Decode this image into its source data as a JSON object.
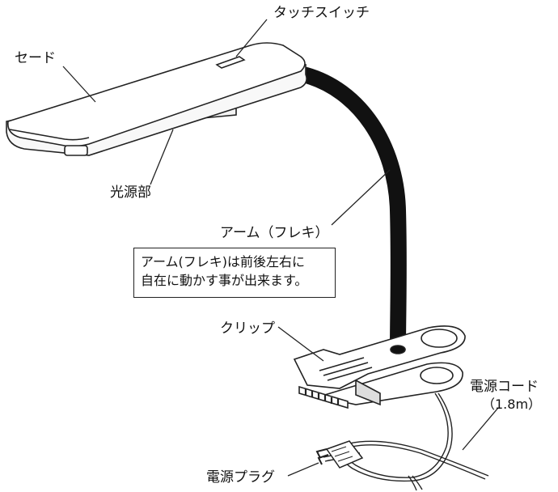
{
  "labels": {
    "touch_switch": "タッチスイッチ",
    "shade": "セード",
    "light_source": "光源部",
    "arm": "アーム（フレキ）",
    "clip": "クリップ",
    "power_cord": "電源コード",
    "power_cord_length": "（1.8m）",
    "power_plug": "電源プラグ"
  },
  "note": {
    "line1": "アーム(フレキ)は前後左右に",
    "line2": "自在に動かす事が出来ます。"
  }
}
